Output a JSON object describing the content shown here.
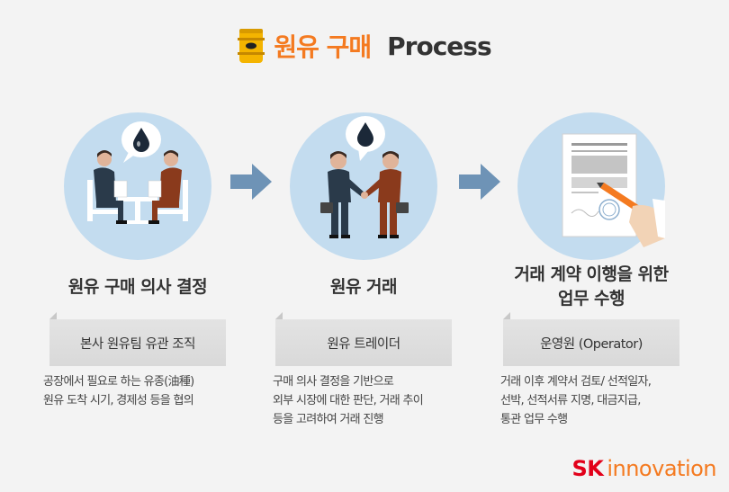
{
  "header": {
    "title_ko": "원유 구매",
    "title_en": "Process",
    "icon": "oil-barrel-icon"
  },
  "steps": [
    {
      "title": "원유 구매 의사 결정",
      "role": "본사 원유팀 유관 조직",
      "desc_lines": [
        "공장에서 필요로 하는 유종(油種)",
        "원유 도착 시기, 경제성 등을 협의"
      ]
    },
    {
      "title": "원유 거래",
      "role": "원유 트레이더",
      "desc_lines": [
        "구매 의사 결정을 기반으로",
        "외부 시장에 대한 판단, 거래 추이",
        "등을 고려하여 거래 진행"
      ]
    },
    {
      "title_lines": [
        "거래 계약 이행을 위한",
        "업무 수행"
      ],
      "role": "운영원 (Operator)",
      "desc_lines": [
        "거래 이후 계약서 검토/ 선적일자,",
        "선박, 선적서류 지명, 대금지급,",
        "통관 업무 수행"
      ]
    }
  ],
  "brand": {
    "sk": "SK",
    "rest": "innovation"
  },
  "colors": {
    "accent": "#f47a20",
    "circle": "#c3dcef",
    "arrow": "#6e93b6",
    "brand_red": "#e2001a"
  }
}
